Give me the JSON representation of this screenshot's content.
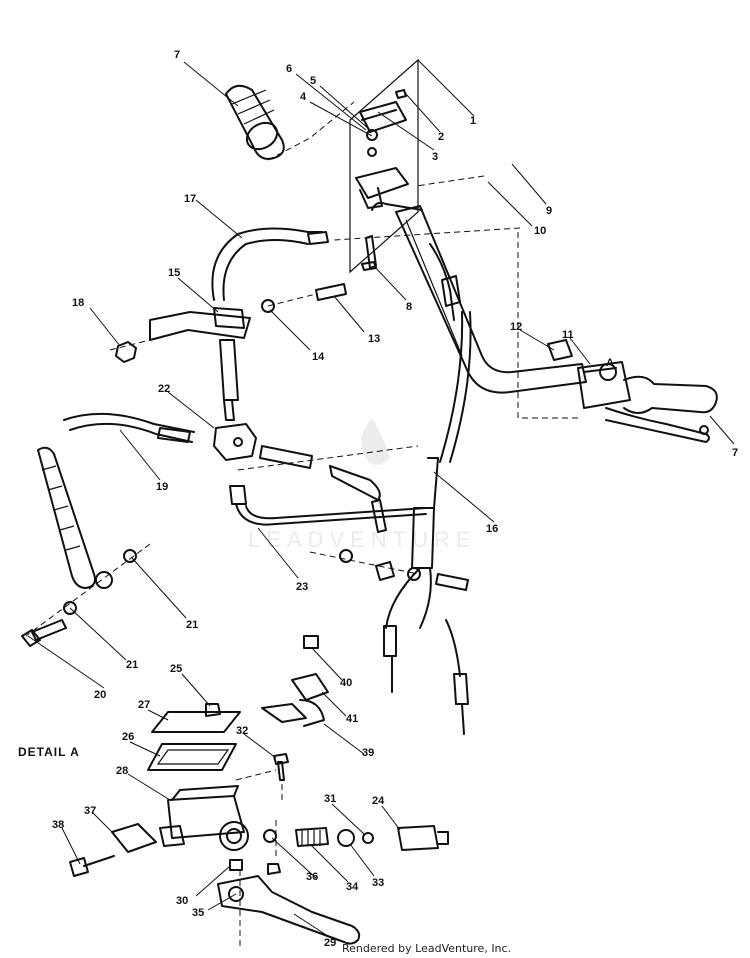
{
  "detail_label": "DETAIL A",
  "detail_marker": "A",
  "watermark": "LEADVENTURE",
  "credit": "Rendered by LeadVenture, Inc.",
  "callouts": [
    "1",
    "2",
    "3",
    "4",
    "5",
    "6",
    "7",
    "7",
    "8",
    "9",
    "10",
    "11",
    "12",
    "13",
    "14",
    "15",
    "16",
    "17",
    "18",
    "19",
    "20",
    "21",
    "21",
    "22",
    "23",
    "24",
    "25",
    "26",
    "27",
    "28",
    "29",
    "30",
    "31",
    "32",
    "33",
    "34",
    "35",
    "36",
    "37",
    "38",
    "39",
    "40",
    "41"
  ]
}
